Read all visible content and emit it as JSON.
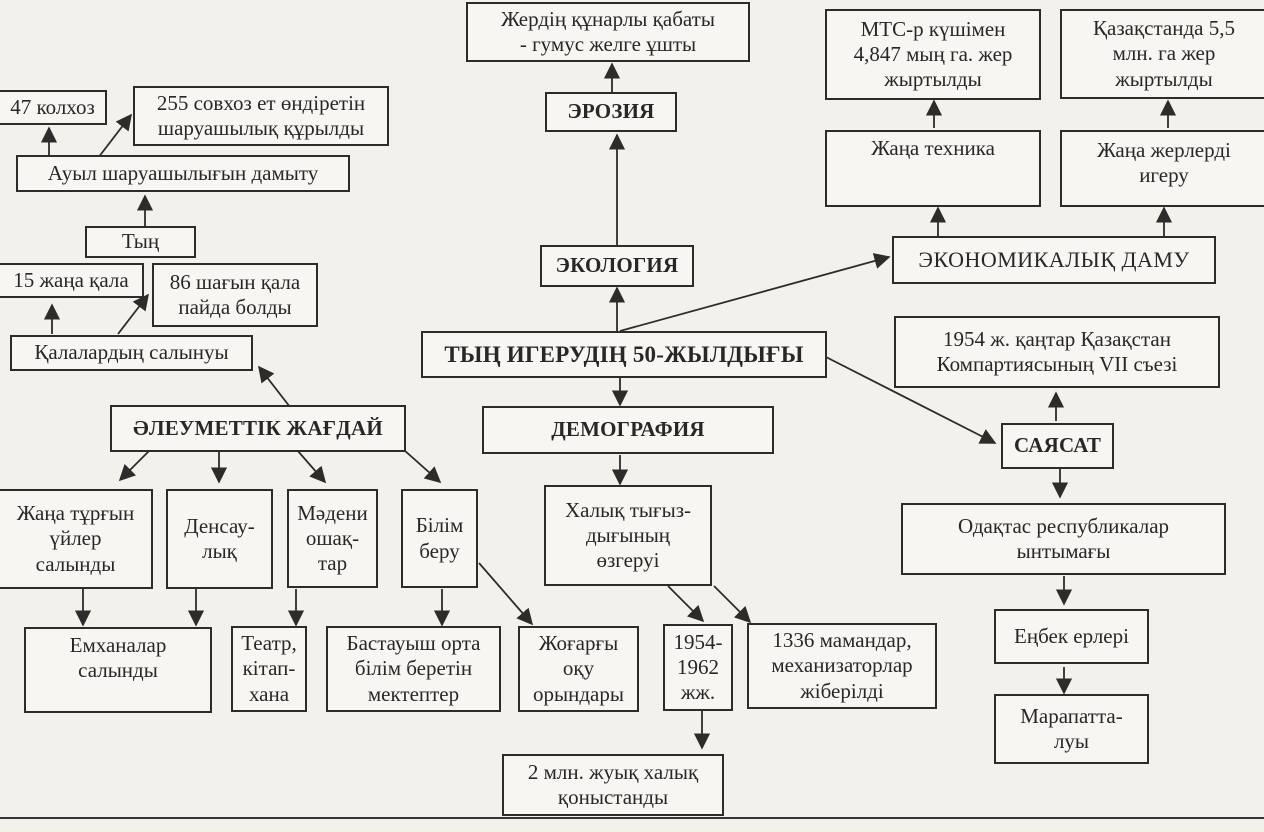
{
  "diagram": {
    "nodes": {
      "main": "ТЫҢ ИГЕРУДІҢ 50-ЖЫЛДЫҒЫ",
      "ecology": "ЭКОЛОГИЯ",
      "erosion": "ЭРОЗИЯ",
      "humus": "Жердің құнарлы қабаты\n- гумус желге ұшты",
      "demography": "ДЕМОГРАФИЯ",
      "density": "Халық тығыз-\nдығының\nөзгеруі",
      "years": "1954-\n1962\nжж.",
      "specialists": "1336 мамандар,\nмеханизаторлар\nжіберілді",
      "settled": "2 млн. жуық халық\nқоныстанды",
      "economy": "ЭКОНОМИКАЛЫҚ ДАМУ",
      "new_tech": "Жаңа техника",
      "new_lands": "Жаңа жерлерді\nигеру",
      "mts": "МТС-р күшімен\n4,847 мың га. жер\nжыртылды",
      "kz_55": "Қазақстанда 5,5\nмлн. га жер\nжыртылды",
      "politics": "САЯСАТ",
      "congress": "1954 ж. қаңтар Қазақстан\nКомпартиясының VII съезі",
      "cooperation": "Одақтас республикалар\nынтымағы",
      "labor_heroes": "Еңбек ерлері",
      "awarded": "Марапатта-\nлуы",
      "social": "ӘЛЕУМЕТТІК ЖАҒДАЙ",
      "housing": "Жаңа тұрғын\nүйлер\nсалынды",
      "health": "Денсау-\nлық",
      "culture": "Мәдени\nошақ-\nтар",
      "education": "Білім\nберу",
      "hospitals": "Емханалар\nсалынды",
      "theatre": "Театр,\nкітап-\nхана",
      "schools": "Бастауыш орта\nбілім беретін\nмектептер",
      "universities": "Жоғарғы\nоқу\nорындары",
      "cities": "Қалалардың салынуы",
      "new_cities": "15 жаңа қала",
      "small_towns": "86 шағын қала\nпайда болды",
      "tyn": "Тың",
      "agriculture": "Ауыл шаруашылығын дамыту",
      "kolkhoz": "47 колхоз",
      "sovkhoz": "255 совхоз ет өндіретін\nшаруашылық құрылды"
    },
    "colors": {
      "line": "#2f2b2b",
      "background": "#f3f1ec",
      "rule": "#3b3440"
    }
  }
}
